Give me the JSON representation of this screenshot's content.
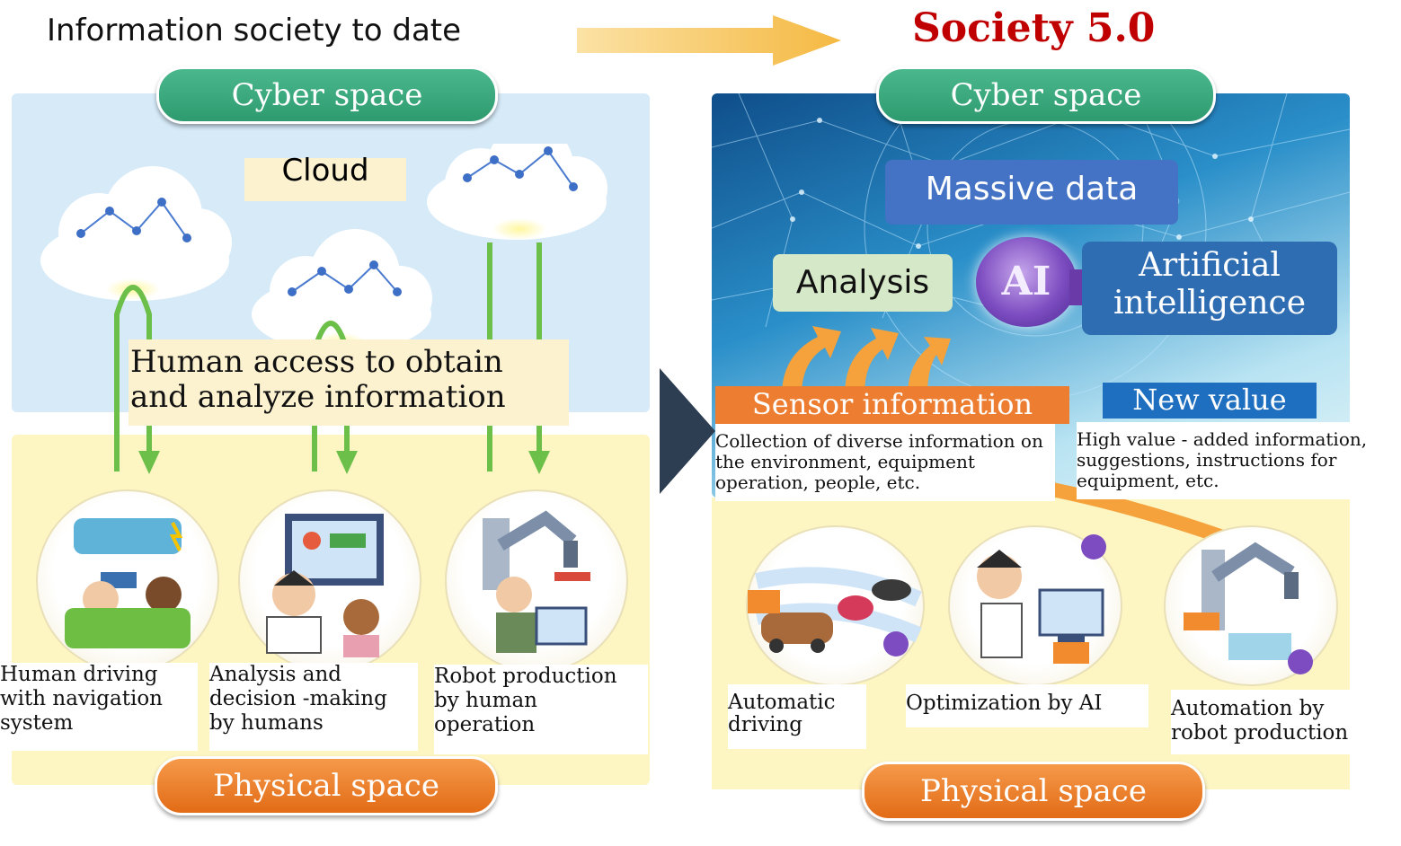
{
  "left": {
    "title": "Information society to date",
    "cyber_space": "Cyber space",
    "cloud": "Cloud",
    "human_access": [
      "Human access to obtain",
      "and analyze information"
    ],
    "labels": [
      [
        "Human  driving",
        "with  navigation",
        "system"
      ],
      [
        "Analysis and",
        "decision -making",
        "by  humans"
      ],
      [
        "Robot  production",
        "by human",
        "operation"
      ]
    ],
    "physical_space": "Physical space"
  },
  "right": {
    "title": "Society 5.0",
    "cyber_space": "Cyber space",
    "massive_data": "Massive data",
    "analysis": "Analysis",
    "ai_badge": "AI",
    "artificial_intelligence": [
      "Artificial",
      "intelligence"
    ],
    "sensor_information": "Sensor information",
    "sensor_desc": [
      "Collection  of  diverse information on",
      "the  environment, equipment",
      "operation, people,  etc."
    ],
    "new_value": "New value",
    "new_value_desc": [
      "High value - added information,",
      "suggestions, instructions for",
      "equipment, etc."
    ],
    "labels": [
      [
        "Automatic",
        "driving"
      ],
      [
        "Optimization by  AI"
      ],
      [
        "Automation by",
        "robot production"
      ]
    ],
    "physical_space": "Physical space"
  },
  "colors": {
    "society_title": "#c00000",
    "cyber_green": "#2e9b6f",
    "physical_orange": "#e26b16",
    "sensor_orange": "#ed7d31",
    "new_value_blue": "#1f6fc0",
    "massive_blue": "#4472c4",
    "analysis_green": "#d5e8c8",
    "arrow_yellow": "#f5b942",
    "arrow_green": "#6cc04a",
    "transition_arrow": "#2e3e52"
  }
}
